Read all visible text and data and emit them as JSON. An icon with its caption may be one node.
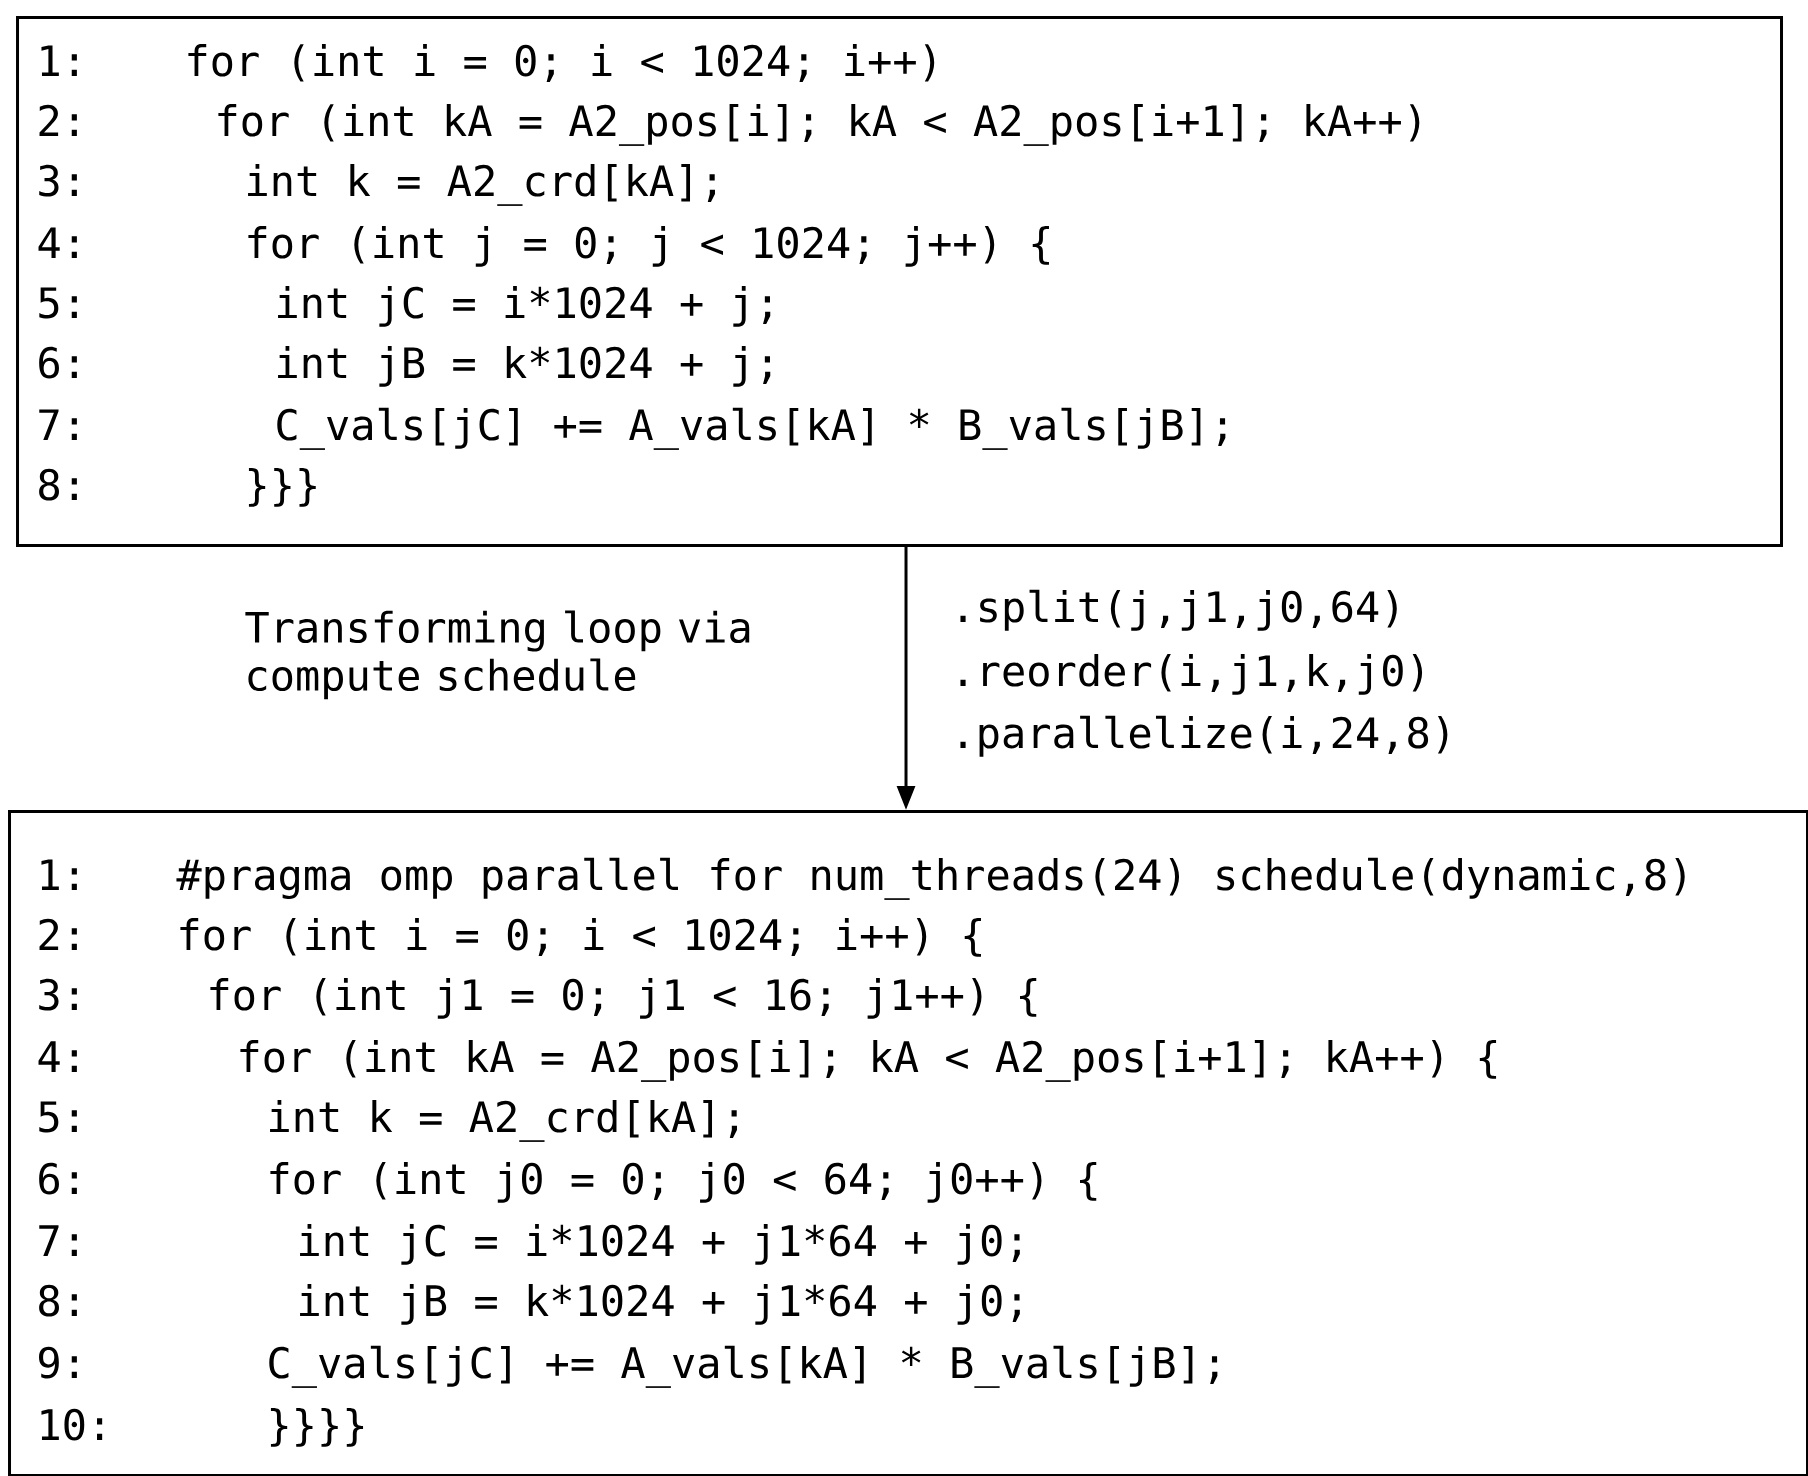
{
  "diagram": {
    "nodes": [
      {
        "text": [
          "1:",
          "for (int i = 0; i < 1024; i++)",
          "2:",
          "for (int kA = A2_pos[i]; kA < A2_pos[i+1]; kA++)",
          "3:",
          "int k = A2_crd[kA];",
          "4:",
          "for (int j = 0; j < 1024; j++) {",
          "5:",
          "int jC = i*1024 + j;",
          "6:",
          "int jB = k*1024 + j;",
          "7:",
          "C_vals[jC] += A_vals[kA] * B_vals[jB];",
          "8:",
          "}}}"
        ]
      },
      {
        "text": [
          "1:",
          "#pragma omp parallel for num_threads(24) schedule(dynamic,8)",
          "2:",
          "for (int i = 0; i < 1024; i++) {",
          "3:",
          "for (int j1 = 0; j1 < 16; j1++) {",
          "4:",
          "for (int kA = A2_pos[i]; kA < A2_pos[i+1]; kA++) {",
          "5:",
          "int k = A2_crd[kA];",
          "6:",
          "for (int j0 = 0; j0 < 64; j0++) {",
          "7:",
          "int jC = i*1024 + j1*64 + j0;",
          "8:",
          "int jB = k*1024 + j1*64 + j0;",
          "9:",
          "C_vals[jC] += A_vals[kA] * B_vals[jB];",
          "10:",
          "}}}}"
        ]
      }
    ],
    "edges": [
      {
        "from": 0,
        "to": 1,
        "arrow": "to"
      }
    ],
    "labels": [
      "Transforming loop via compute schedule",
      ".split(j,j1,j0,64)",
      ".reorder(i,j1,k,j0)",
      ".parallelize(i,24,8)"
    ]
  }
}
